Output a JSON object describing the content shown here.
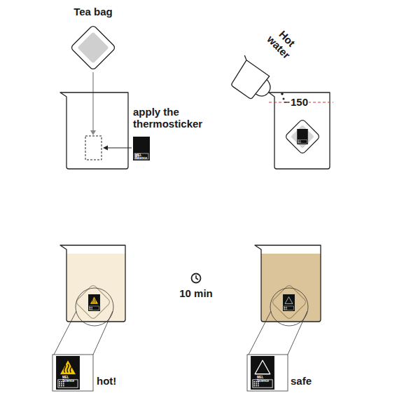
{
  "diagram": {
    "labels": [
      "Tea bag",
      "apply the thermosticker",
      "Hot water",
      "150",
      "10 min",
      "hot!",
      "safe",
      "MEL Science",
      "MEL Science",
      "MEL Science"
    ]
  }
}
